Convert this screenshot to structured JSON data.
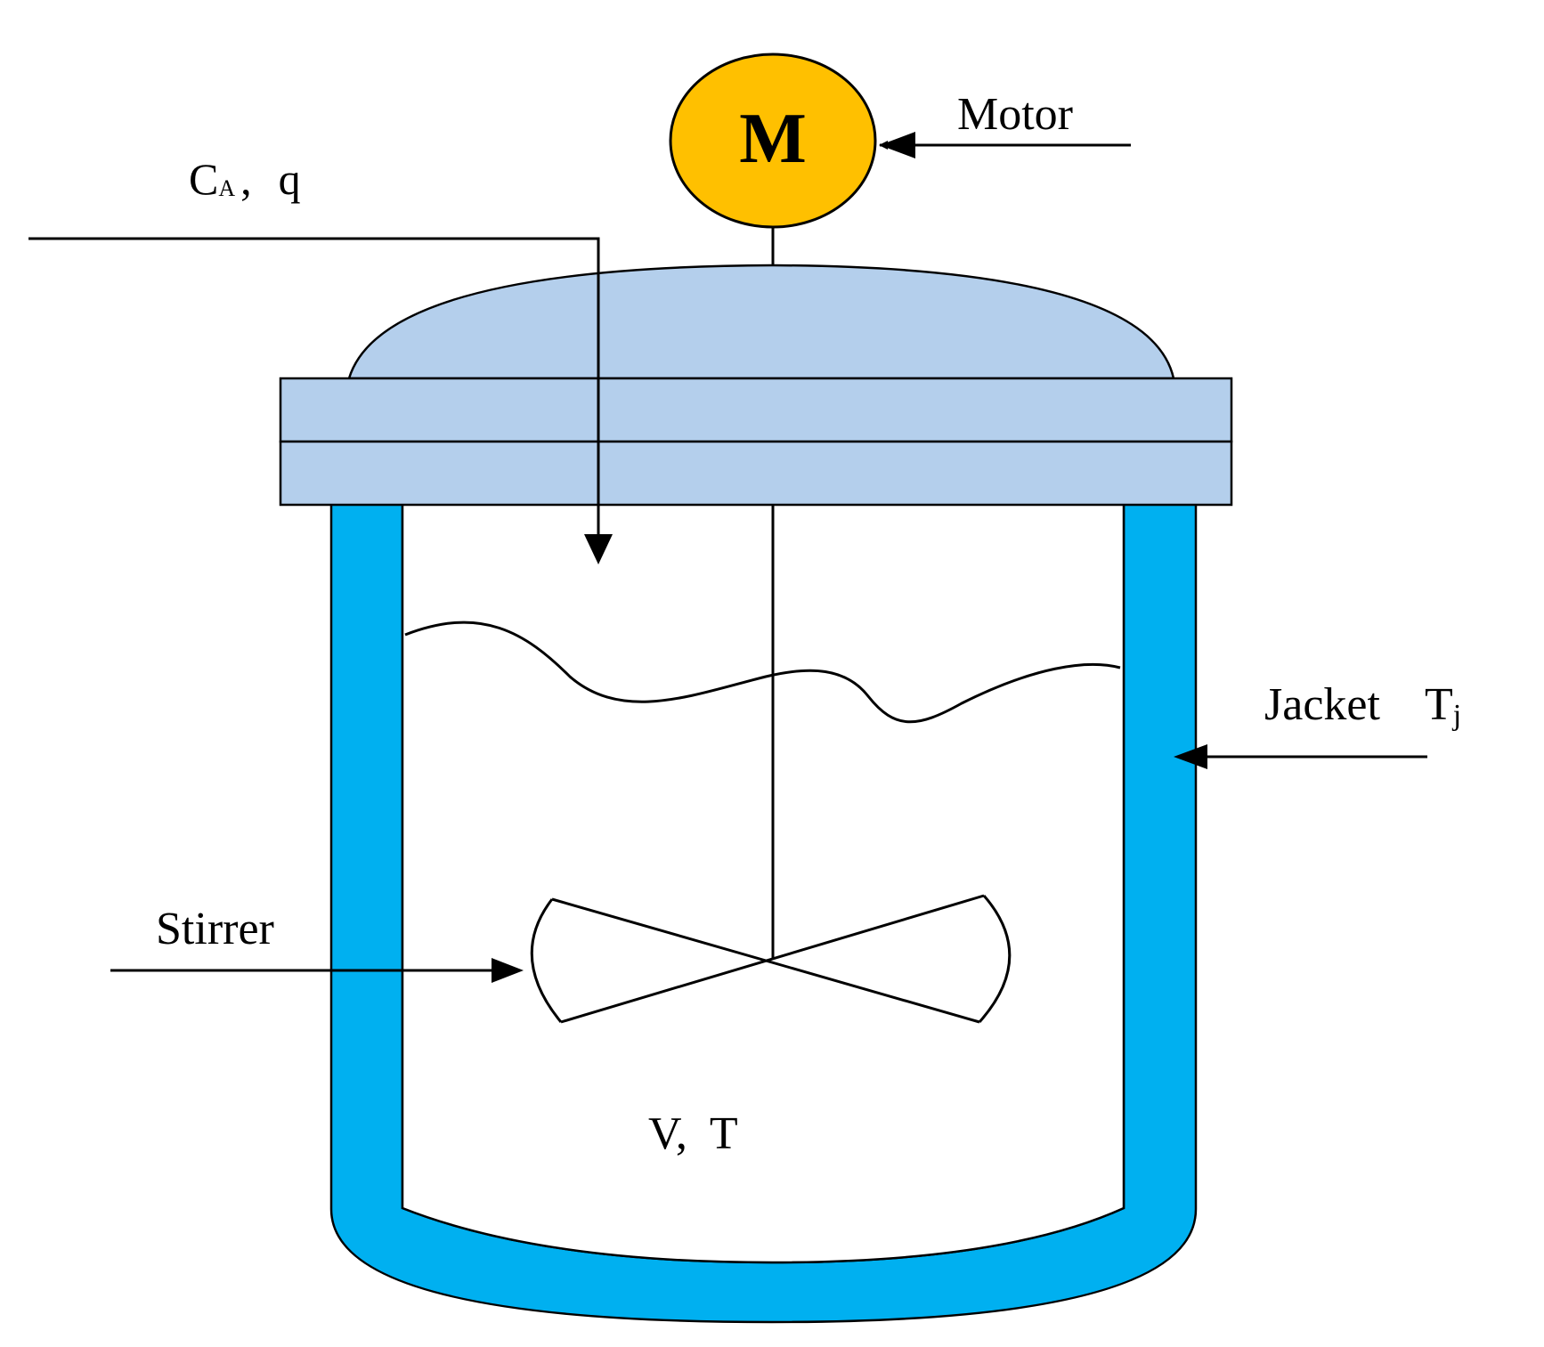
{
  "diagram": {
    "motor": {
      "symbol": "M",
      "label": "Motor"
    },
    "feed": {
      "concentration_main": "C",
      "concentration_sub": "A",
      "separator": ",",
      "flow": "q"
    },
    "jacket": {
      "label": "Jacket",
      "temp_main": "T",
      "temp_sub": "j"
    },
    "stirrer": {
      "label": "Stirrer"
    },
    "reactor": {
      "volume_temp": "V,  T"
    }
  },
  "colors": {
    "motor_fill": "#ffc000",
    "lid_fill": "#b4cfec",
    "jacket_fill": "#00b0f0",
    "line": "#000000",
    "interior": "#ffffff"
  },
  "icons": {
    "motor": "motor-circle-icon",
    "stirrer": "impeller-icon",
    "arrows": "arrow-icon"
  }
}
